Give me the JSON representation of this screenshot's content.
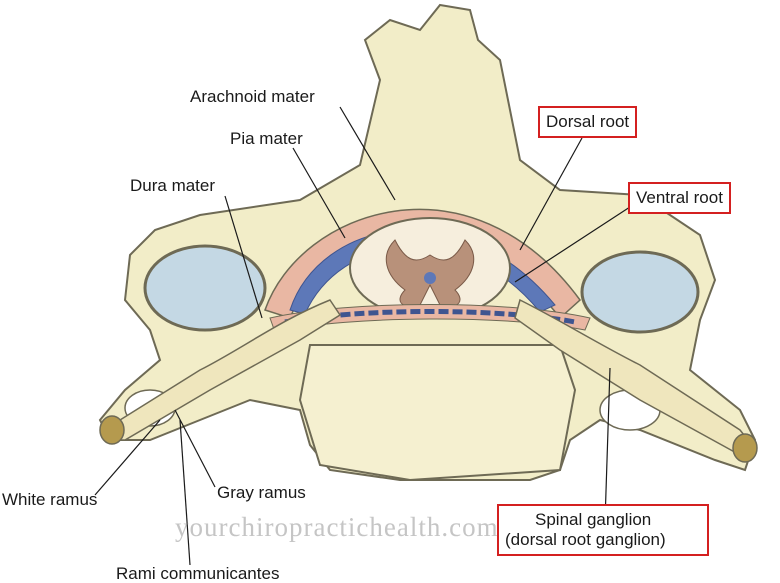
{
  "labels": {
    "arachnoid": "Arachnoid mater",
    "pia": "Pia mater",
    "dura": "Dura mater",
    "dorsal_root": "Dorsal root",
    "ventral_root": "Ventral root",
    "spinal_ganglion_1": "Spinal ganglion",
    "spinal_ganglion_2": "(dorsal root ganglion)",
    "white_ramus": "White ramus",
    "gray_ramus": "Gray ramus",
    "rami": "Rami communicantes"
  },
  "watermark": "yourchiropractichealth.com",
  "colors": {
    "bone": "#f2edc8",
    "bone_outline": "#6e6a55",
    "dura_pink": "#e9b7a3",
    "csf_blue": "#5d78b8",
    "cord": "#f6eedd",
    "gray_matter": "#b8917a",
    "foramen_blue": "#c4d8e4",
    "highlight_box": "#d42020"
  }
}
